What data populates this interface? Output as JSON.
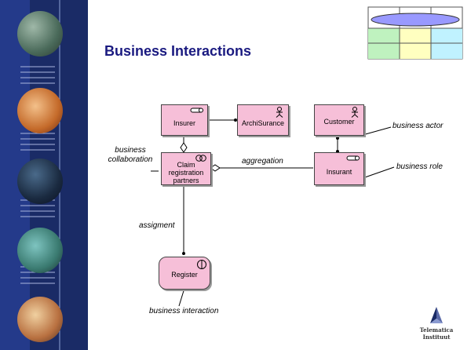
{
  "slide": {
    "title": "Business Interactions"
  },
  "elements": {
    "insurer": "Insurer",
    "archisurance": "ArchiSurance",
    "customer": "Customer",
    "claim_partners": "Claim registration partners",
    "insurant": "Insurant",
    "register": "Register"
  },
  "annotations": {
    "business_actor": "business actor",
    "business_collaboration": "business collaboration",
    "aggregation": "aggregation",
    "business_role": "business role",
    "assignment": "assigment",
    "business_interaction": "business interaction"
  },
  "logo": {
    "text": "Telematica Instituut"
  },
  "colors": {
    "sidebar": "#1a2b66",
    "element_fill": "#f6bfd8",
    "title": "#1a1a80"
  }
}
